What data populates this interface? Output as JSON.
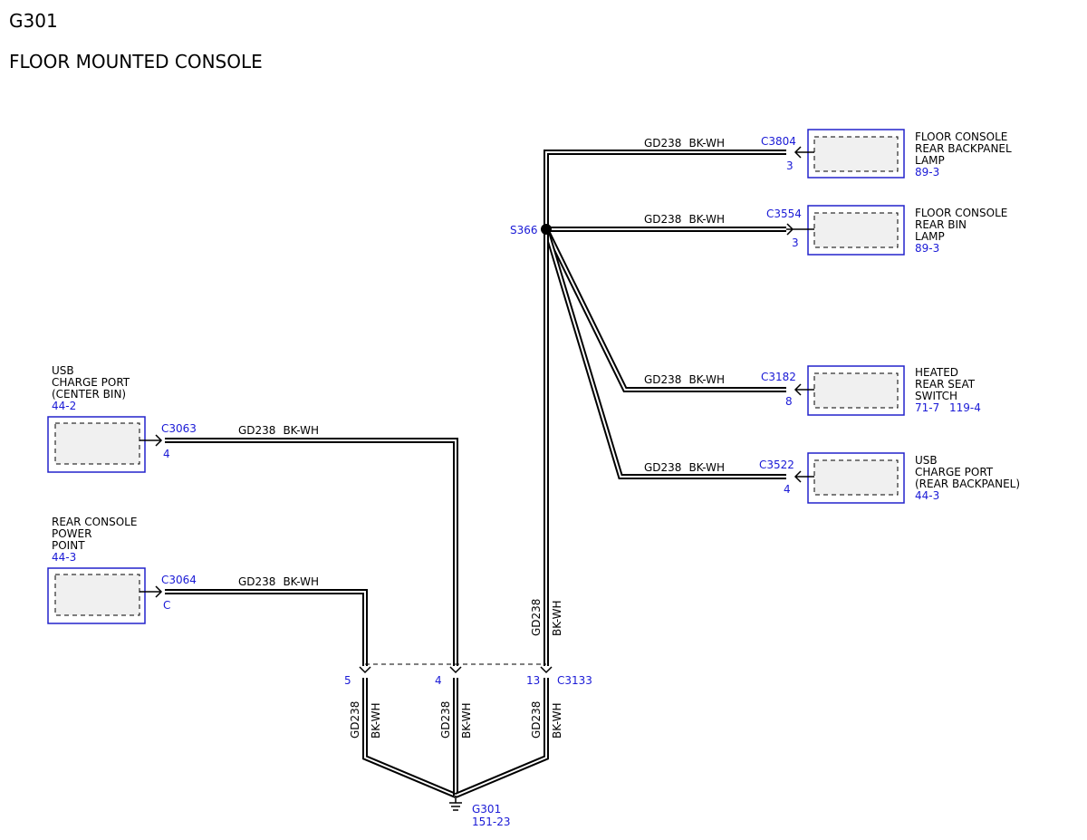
{
  "header": {
    "code": "G301",
    "title": "FLOOR MOUNTED CONSOLE"
  },
  "wire": {
    "circuit": "GD238",
    "color": "BK-WH"
  },
  "splice": {
    "id": "S366"
  },
  "components": {
    "rear_backpanel_lamp": {
      "line1": "FLOOR CONSOLE",
      "line2": "REAR BACKPANEL",
      "line3": "LAMP",
      "ref": "89-3",
      "connector": "C3804",
      "pin": "3"
    },
    "rear_bin_lamp": {
      "line1": "FLOOR CONSOLE",
      "line2": "REAR BIN",
      "line3": "LAMP",
      "ref": "89-3",
      "connector": "C3554",
      "pin": "3"
    },
    "heated_seat_switch": {
      "line1": "HEATED",
      "line2": "REAR SEAT",
      "line3": "SWITCH",
      "ref": "71-7",
      "ref2": "119-4",
      "connector": "C3182",
      "pin": "8"
    },
    "usb_rear_backpanel": {
      "line1": "USB",
      "line2": "CHARGE PORT",
      "line3": "(REAR BACKPANEL)",
      "ref": "44-3",
      "connector": "C3522",
      "pin": "4"
    },
    "usb_center_bin": {
      "line1": "USB",
      "line2": "CHARGE PORT",
      "line3": "(CENTER BIN)",
      "ref": "44-2",
      "connector": "C3063",
      "pin": "4"
    },
    "rear_power_point": {
      "line1": "REAR CONSOLE",
      "line2": "POWER",
      "line3": "POINT",
      "ref": "44-3",
      "connector": "C3064",
      "pin": "C"
    }
  },
  "inline_connector": {
    "id": "C3133",
    "pin_a": "5",
    "pin_b": "4",
    "pin_c": "13"
  },
  "ground": {
    "id": "G301",
    "ref": "151-23"
  }
}
